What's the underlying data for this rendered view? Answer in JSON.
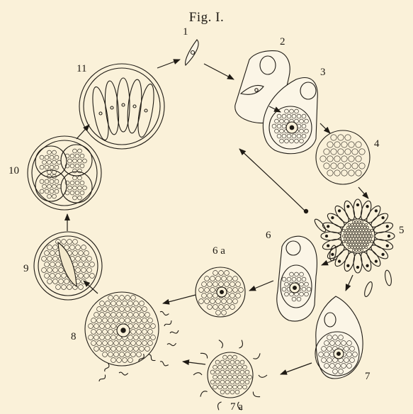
{
  "figure": {
    "title": "Fig. I.",
    "stage_labels": {
      "s1": "1",
      "s2": "2",
      "s3": "3",
      "s4": "4",
      "s5": "5",
      "s6": "6",
      "s6a": "6 a",
      "s7": "7",
      "s7a": "7 a",
      "s8": "8",
      "s9": "9",
      "s10": "10",
      "s11": "11"
    }
  },
  "colors": {
    "background": "#faf1d9",
    "ink": "#1e1a14"
  }
}
